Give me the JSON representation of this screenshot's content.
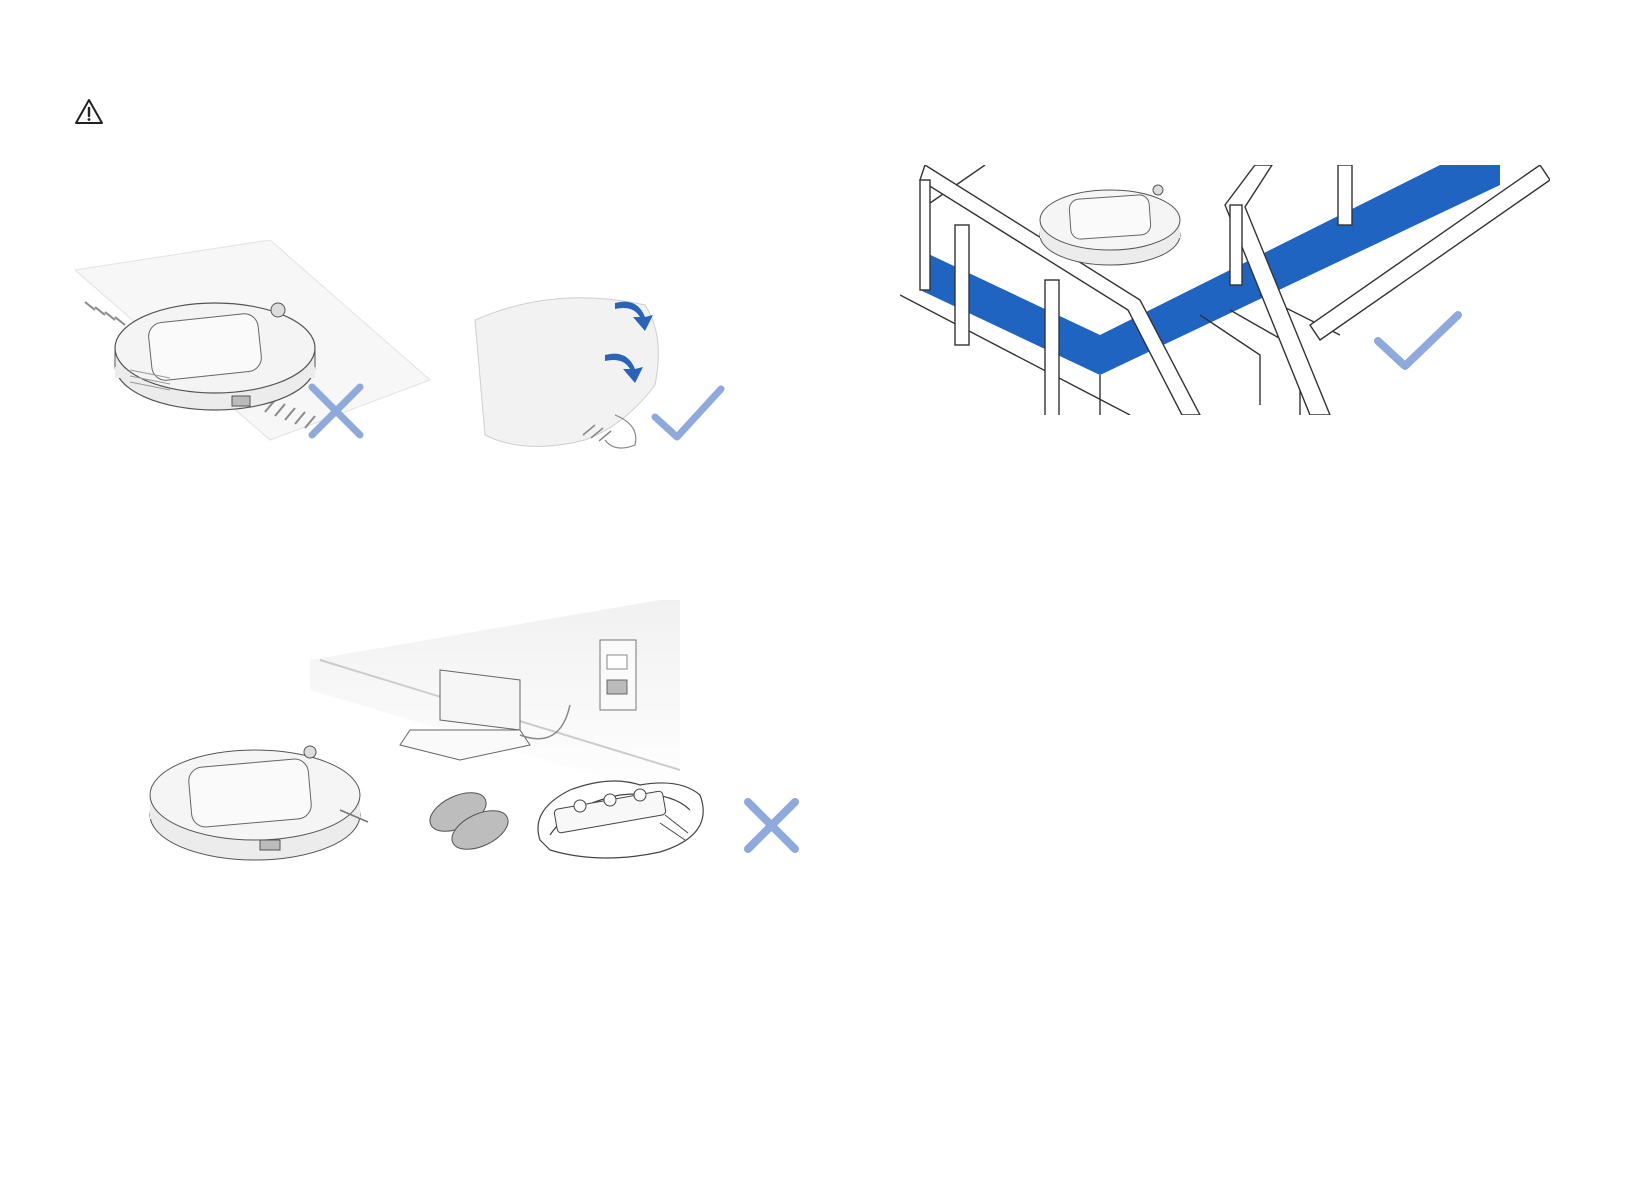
{
  "warning_icon": "warning-triangle-icon",
  "colors": {
    "mark_blue": "#8ea9db",
    "cliff_blue": "#1f64c0",
    "arrow_blue": "#2b63b8",
    "line": "#3a3a3a",
    "robot_body": "#e6e6e6"
  },
  "panels": [
    {
      "name": "carpet-tassels",
      "icons": [
        "robot-vacuum-icon",
        "tasseled-rug-icon",
        "cross-mark-icon"
      ]
    },
    {
      "name": "carpet-tassels-folded",
      "icons": [
        "folded-rug-icon",
        "fold-arrow-icon",
        "check-mark-icon"
      ]
    },
    {
      "name": "stairs-cliff",
      "icons": [
        "robot-vacuum-icon",
        "railing-icon",
        "check-mark-icon"
      ]
    },
    {
      "name": "floor-obstacles",
      "icons": [
        "robot-vacuum-icon",
        "charging-dock-icon",
        "wall-outlet-icon",
        "slippers-icon",
        "power-strip-icon",
        "cross-mark-icon"
      ]
    }
  ]
}
